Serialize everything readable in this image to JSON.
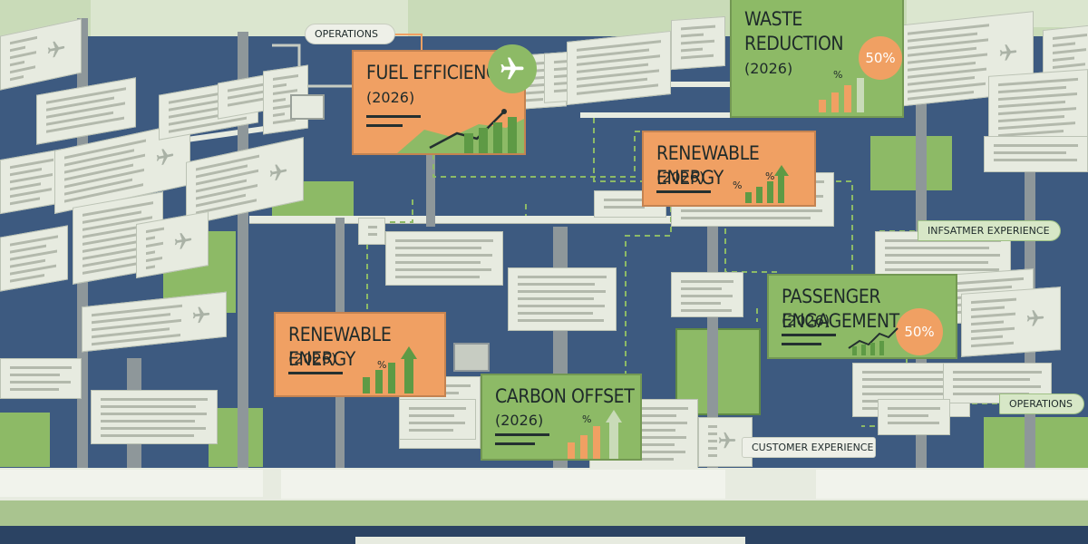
{
  "cards": [
    {
      "title": "FUEL EFFICIENCY",
      "year": "(2026)",
      "badge_icon": "airplane-icon"
    },
    {
      "title": "WASTE\nREDUCTION",
      "year": "(2026)",
      "badge_text": "50%",
      "sign": "%"
    },
    {
      "title": "RENEWABLE ENERGY",
      "year": "(2026)",
      "sign": "%"
    },
    {
      "title": "PASSENGER ENGAGEMENT",
      "year": "(2026)",
      "badge_text": "50%"
    },
    {
      "title": "RENEWABLE ENERGY",
      "year": "(2026)",
      "sign": "%"
    },
    {
      "title": "CARBON OFFSET",
      "year": "(2026)",
      "sign": "%"
    }
  ],
  "tags": {
    "operations_top": "OPERATIONS",
    "customer_experience_garbled": "INFSATMER EXPERIENCE",
    "operations_right": "OPERATIONS",
    "customer_experience": "CUSTOMER EXPERIENCE"
  },
  "icons": {
    "sheet_icon": "airplane-icon"
  },
  "colors": {
    "background_navy": "#3d5a80",
    "orange_card": "#f0a063",
    "green_card": "#8dba66",
    "sheet": "#e7ebe0",
    "dashed_connector": "#8dba66"
  }
}
